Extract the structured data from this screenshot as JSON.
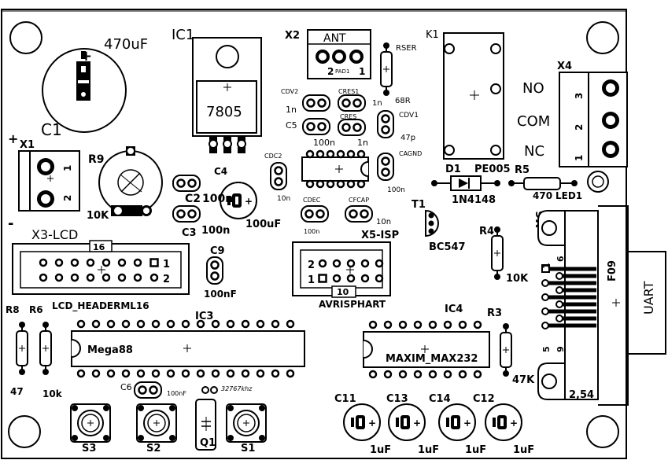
{
  "labels": {
    "c1_value": "470uF",
    "c1_name": "C1",
    "c1_plus": "+",
    "ic1_name": "IC1",
    "ic1_part": "7805",
    "x2_name": "X2",
    "x2_ant": "ANT",
    "x2_pad": "PAD1",
    "x2_pin2": "2",
    "x2_pin1": "1",
    "rser_name": "RSER",
    "rser_value": "68R",
    "k1_name": "K1",
    "relay_no": "NO",
    "relay_com": "COM",
    "relay_nc": "NC",
    "x4_name": "X4",
    "x4_pin3": "3",
    "x4_pin2": "2",
    "x4_pin1": "1",
    "cdv2_name": "CDV2",
    "cdv2_value": "1n",
    "cres1_name": "CRES1",
    "cres1_value": "1n",
    "c5_name": "C5",
    "c5_value": "100n",
    "cres_name": "CRES",
    "cres_value": "1n",
    "cdv1_name": "CDV1",
    "cdv1_value": "47p",
    "cagnd_name": "CAGND",
    "cagnd_value": "100n",
    "x1_name": "X1",
    "x1_plus": "+",
    "x1_minus": "-",
    "x1_pin1": "1",
    "x1_pin2": "2",
    "r9_name": "R9",
    "r9_value": "10K",
    "c4_name": "C4",
    "c4_value": "100uF",
    "c2_name": "C2",
    "c2_value": "100n",
    "c3_name": "C3",
    "c3_value": "100n",
    "cdc2_name": "CDC2",
    "cdc2_value": "10n",
    "cdec_name": "CDEC",
    "cdec_value": "100n",
    "cfcap_name": "CFCAP",
    "cfcap_value": "10n",
    "d1_name": "D1",
    "d1_part": "1N4148",
    "pe005": "PE005",
    "r5_name": "R5",
    "r5_value": "470",
    "led1_name": "LED1",
    "t1_name": "T1",
    "t1_part": "BC547",
    "x6_name": "X6",
    "r4_name": "R4",
    "r4_value": "10K",
    "f09": "F09",
    "uart": "UART",
    "db9_pin1": "1",
    "db9_pin6": "6",
    "db9_pin5": "5",
    "db9_pin9": "9",
    "pitch": "2,54",
    "x3_name": "X3-LCD",
    "x3_header": "LCD_HEADERML16",
    "x3_pin16": "16",
    "x3_pin1": "1",
    "x3_pin2": "2",
    "c9_name": "C9",
    "c9_value": "100nF",
    "x5_name": "X5-ISP",
    "x5_header": "AVRISPHART",
    "x5_pin2": "2",
    "x5_pin1": "1",
    "x5_pin10": "10",
    "r8_name": "R8",
    "r8_value": "47",
    "r6_name": "R6",
    "r6_value": "10k",
    "ic3_name": "IC3",
    "ic3_part": "Mega88",
    "ic4_name": "IC4",
    "ic4_part": "MAXIM_MAX232",
    "r3_name": "R3",
    "r3_value": "47K",
    "c6_name": "C6",
    "c6_value": "100nF",
    "q1_freq": "32767khz",
    "q1_name": "Q1",
    "s3": "S3",
    "s2": "S2",
    "s1": "S1",
    "c11_name": "C11",
    "c11_value": "1uF",
    "c13_name": "C13",
    "c13_value": "1uF",
    "c14_name": "C14",
    "c14_value": "1uF",
    "c12_name": "C12",
    "c12_value": "1uF"
  }
}
